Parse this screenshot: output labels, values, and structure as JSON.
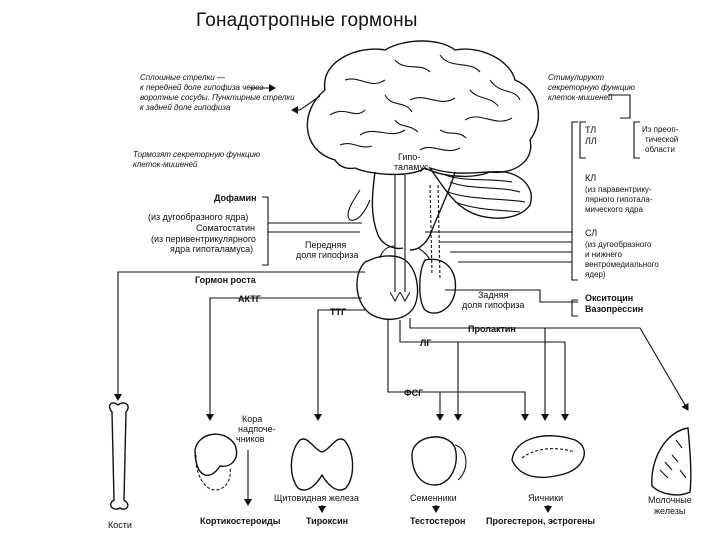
{
  "title": "Гонадотропные гормоны",
  "legend": {
    "arrows_note": [
      "Сплошные стрелки —",
      "к передней доле гипофиза через",
      "воротные сосуды. Пунктирные стрелки",
      "к задней доле гипофиза"
    ],
    "inhibit": [
      "Тормозят секреторную функцию",
      "клеток-мишеней"
    ],
    "stimulate": [
      "Стимулируют",
      "секреторную функцию",
      "клеток-мишеней"
    ]
  },
  "brain": {
    "hypothalamus": [
      "Гипо-",
      "таламус"
    ],
    "anterior": [
      "Передняя",
      "доля гипофиза"
    ],
    "posterior": [
      "Задняя",
      "доля гипофиза"
    ]
  },
  "left_labels": {
    "dopamine": [
      "Дофамин",
      "(из дугообразного ядра)"
    ],
    "somatostatin": [
      "Соматостатин",
      "(из перивентрикулярного",
      "ядра гипоталамуса)"
    ]
  },
  "right_labels": {
    "tl_ll": [
      "ТЛ",
      "ЛЛ"
    ],
    "preoptic": [
      "Из преоп-",
      "тической",
      "области"
    ],
    "kl": [
      "КЛ",
      "(из паравентрику-",
      "лярного гипотала-",
      "мического ядра"
    ],
    "sl": [
      "СЛ",
      "(из дугообразного",
      "и нижнего",
      "вентромедиального",
      "ядер)"
    ],
    "posterior_hormones": [
      "Окситоцин",
      "Вазопрессин"
    ]
  },
  "hormones": {
    "growth": "Гормон роста",
    "acth": "АКТГ",
    "ttg": "ТТГ",
    "prolactin": "Пролактин",
    "lh": "ЛГ",
    "fsh": "ФСГ"
  },
  "targets": {
    "bones": "Кости",
    "adrenal": [
      "Кора",
      "надпоче-",
      "чников"
    ],
    "thyroid": "Щитовидная железа",
    "testes": "Семенники",
    "ovaries": "Яичники",
    "mammary": [
      "Молочные",
      "железы"
    ]
  },
  "products": {
    "corticosteroids": "Кортикостероиды",
    "thyroxine": "Тироксин",
    "testosterone": "Тестостерон",
    "ovary_hormones": "Прогестерон, эстрогены"
  }
}
